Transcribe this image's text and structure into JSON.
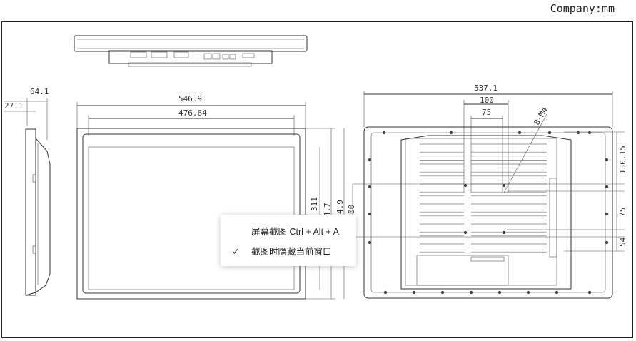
{
  "header": {
    "unit_label": "Company:mm"
  },
  "front_view": {
    "width_outer": "546.9",
    "width_inner": "476.64",
    "h1": "311",
    "h2": "4.7",
    "h3": "4.9",
    "h4": "00"
  },
  "side_view": {
    "depth_total": "64.1",
    "depth_part": "27.1"
  },
  "rear_view": {
    "width": "537.1",
    "span_100": "100",
    "span_75": "75",
    "screw": "8-M4",
    "r1": "130.15",
    "r2": "75",
    "r3": "54"
  },
  "context_menu": {
    "items": [
      {
        "label": "屏幕截图 Ctrl + Alt + A",
        "checked": false
      },
      {
        "label": "截图时隐藏当前窗口",
        "checked": true
      }
    ],
    "check_glyph": "✓"
  }
}
